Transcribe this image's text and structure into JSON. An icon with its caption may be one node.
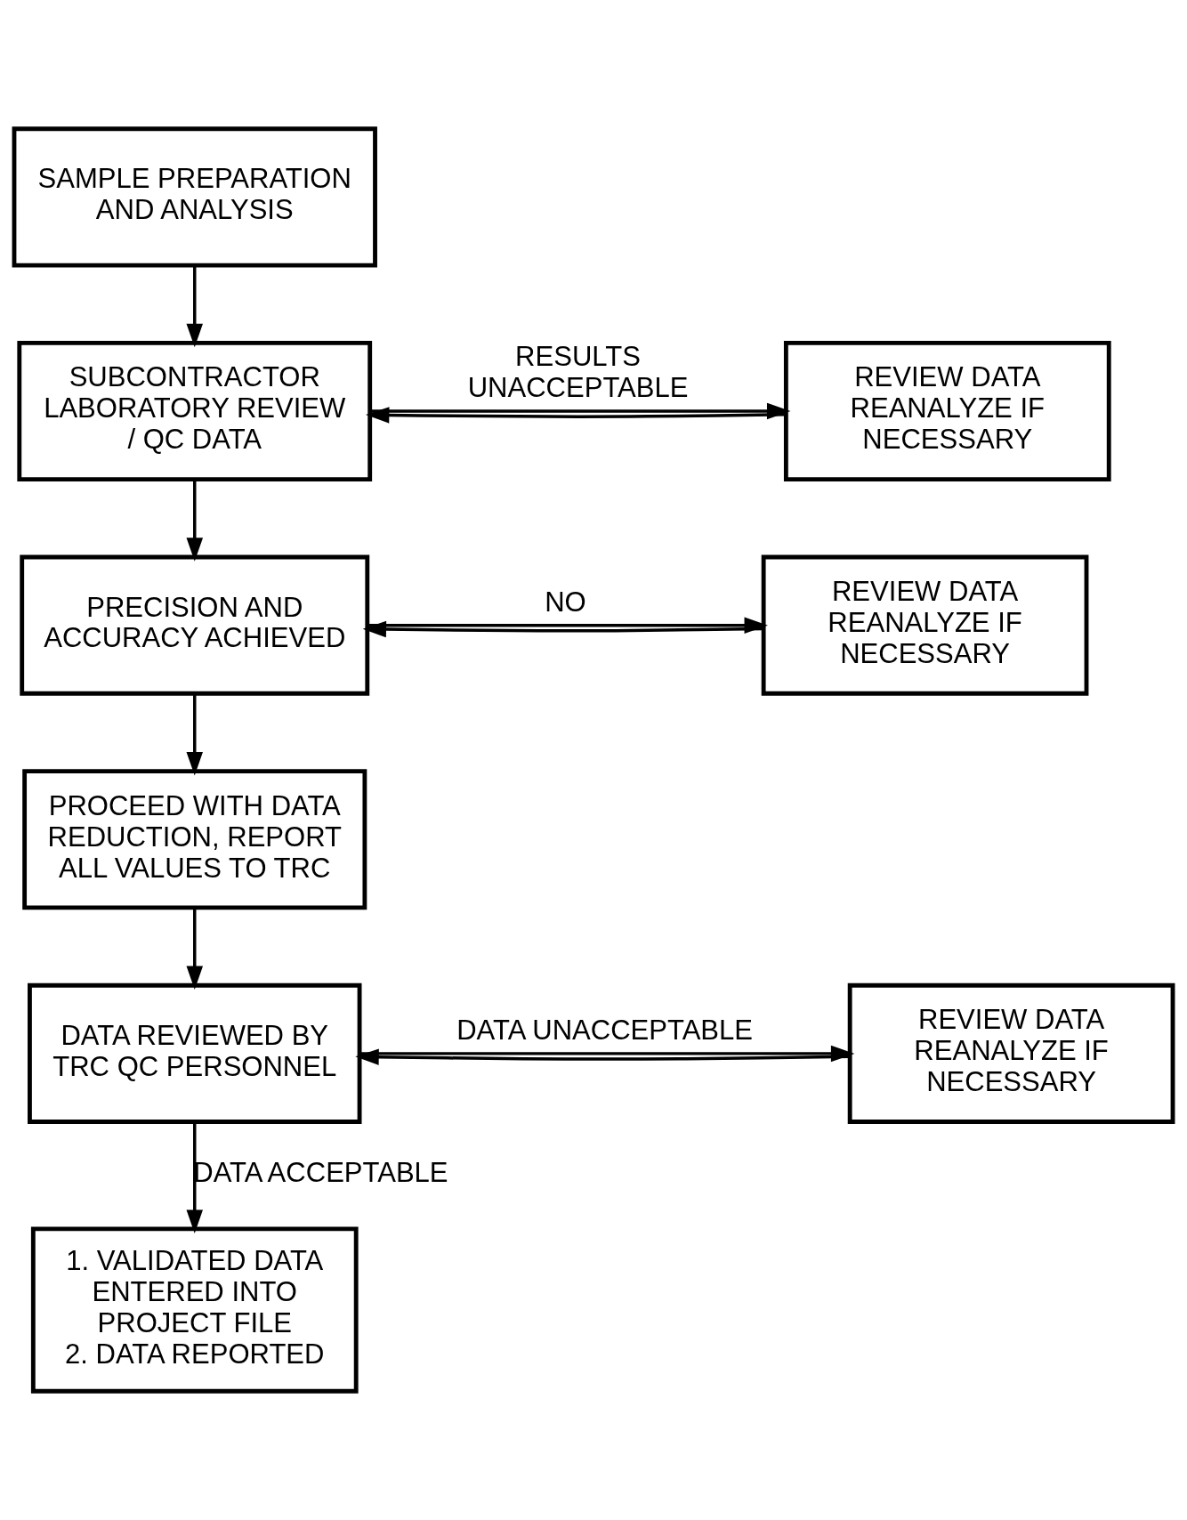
{
  "diagram": {
    "nodes": [
      {
        "text": [
          "SAMPLE PREPARATION AND ANALYSIS"
        ]
      },
      {
        "text": [
          "SUBCONTRACTOR LABORATORY REVIEW / QC DATA"
        ]
      },
      {
        "text": [
          "REVIEW DATA REANALYZE IF NECESSARY"
        ]
      },
      {
        "text": [
          "PRECISION AND ACCURACY ACHIEVED"
        ]
      },
      {
        "text": [
          "REVIEW DATA REANALYZE IF NECESSARY"
        ]
      },
      {
        "text": [
          "PROCEED WITH DATA REDUCTION, REPORT ALL VALUES TO TRC"
        ]
      },
      {
        "text": [
          "DATA REVIEWED BY TRC QC PERSONNEL"
        ]
      },
      {
        "text": [
          "REVIEW DATA REANALYZE IF NECESSARY"
        ]
      },
      {
        "text": [
          "1. VALIDATED DATA ENTERED INTO PROJECT FILE",
          "2. DATA REPORTED"
        ]
      }
    ],
    "edges": [
      {
        "from": 0,
        "to": 1,
        "arrow": "to"
      },
      {
        "from": 1,
        "to": 2,
        "arrow": "to",
        "label": "RESULTS UNACCEPTABLE"
      },
      {
        "from": 2,
        "to": 1,
        "arrow": "to"
      },
      {
        "from": 1,
        "to": 3,
        "arrow": "to"
      },
      {
        "from": 3,
        "to": 4,
        "arrow": "to",
        "label": "NO"
      },
      {
        "from": 4,
        "to": 3,
        "arrow": "to"
      },
      {
        "from": 3,
        "to": 5,
        "arrow": "to"
      },
      {
        "from": 5,
        "to": 6,
        "arrow": "to"
      },
      {
        "from": 6,
        "to": 7,
        "arrow": "to",
        "label": "DATA UNACCEPTABLE"
      },
      {
        "from": 7,
        "to": 6,
        "arrow": "to"
      },
      {
        "from": 6,
        "to": 8,
        "arrow": "to",
        "label": "DATA ACCEPTABLE"
      }
    ]
  }
}
